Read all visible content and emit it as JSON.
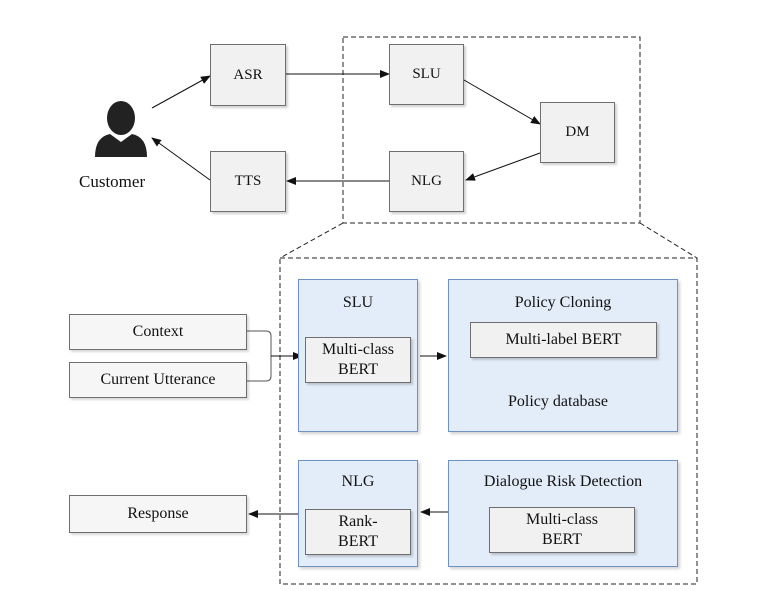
{
  "pipeline": {
    "customer_label": "Customer",
    "asr": "ASR",
    "slu": "SLU",
    "dm": "DM",
    "nlg": "NLG",
    "tts": "TTS"
  },
  "inputs": {
    "context": "Context",
    "current_utterance": "Current Utterance",
    "response": "Response"
  },
  "detail": {
    "slu_panel": {
      "title": "SLU",
      "model": "Multi-class\nBERT"
    },
    "policy_panel": {
      "title": "Policy Cloning",
      "model": "Multi-label BERT",
      "database": "Policy database"
    },
    "nlg_panel": {
      "title": "NLG",
      "model": "Rank-\nBERT"
    },
    "risk_panel": {
      "title": "Dialogue Risk Detection",
      "model": "Multi-class\nBERT"
    }
  },
  "colors": {
    "panel_fill": "#e3edf9",
    "panel_border": "#6f92c2",
    "box_fill": "#f1f1f1"
  }
}
